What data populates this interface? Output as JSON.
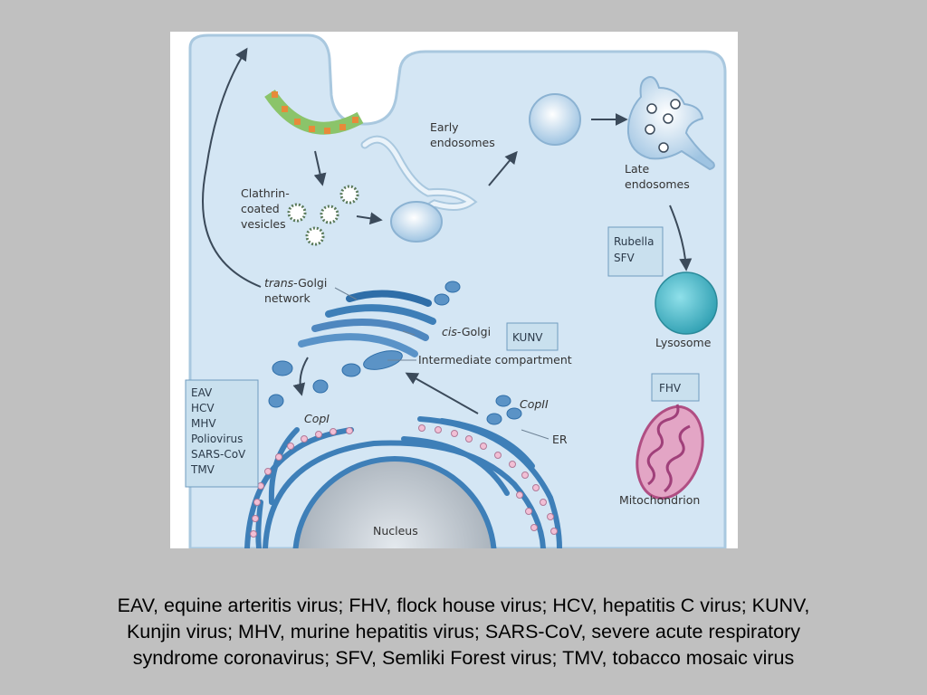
{
  "diagram": {
    "labels": {
      "clathrin": [
        "Clathrin-",
        "coated",
        "vesicles"
      ],
      "early_endosomes": [
        "Early",
        "endosomes"
      ],
      "late_endosomes": [
        "Late",
        "endosomes"
      ],
      "trans_golgi_prefix": "trans",
      "trans_golgi_rest": "-Golgi",
      "trans_golgi_line2": "network",
      "cis_golgi_prefix": "cis",
      "cis_golgi_rest": "-Golgi",
      "intermediate": "Intermediate compartment",
      "lysosome": "Lysosome",
      "mitochondrion": "Mitochondrion",
      "nucleus": "Nucleus",
      "er": "ER",
      "copi": "CopI",
      "copii": "CopII"
    },
    "boxes": {
      "rubella_sfv": [
        "Rubella",
        "SFV"
      ],
      "kunv": [
        "KUNV"
      ],
      "fhv": [
        "FHV"
      ],
      "eav_group": [
        "EAV",
        "HCV",
        "MHV",
        "Poliovirus",
        "SARS-CoV",
        "TMV"
      ]
    },
    "colors": {
      "cell_bg": "#d4e6f4",
      "membrane": "#a9c8df",
      "organelle_blue": "#4f87bf",
      "lysosome": "#57bccb",
      "mitochondrion": "#c9699a",
      "ribosome": "#f2bfd5",
      "box_fill": "#c9e0ee",
      "clathrin_green": "#8bc46a",
      "clathrin_orange": "#e78a3a"
    }
  },
  "caption": {
    "lines": [
      "EAV, equine arteritis virus; FHV, flock house virus; HCV, hepatitis C virus; KUNV,",
      "Kunjin virus; MHV, murine hepatitis virus; SARS-CoV, severe acute respiratory",
      "syndrome coronavirus; SFV, Semliki Forest virus; TMV, tobacco mosaic virus"
    ]
  }
}
